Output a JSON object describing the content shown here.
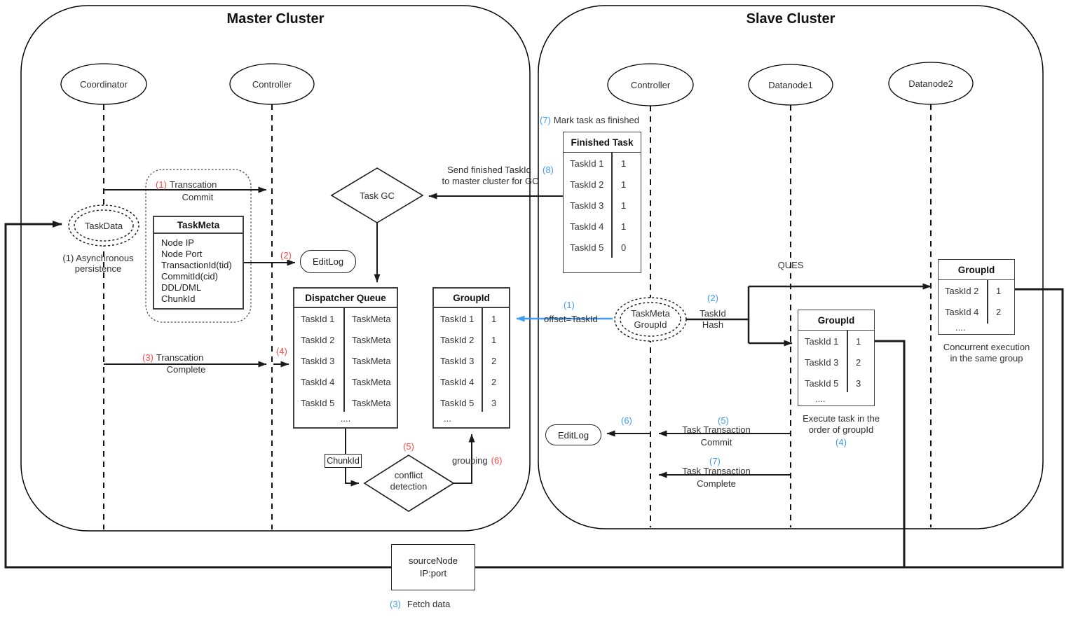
{
  "colors": {
    "red": "#fb4a4a",
    "blue": "#3e9bf4"
  },
  "master": {
    "title": "Master Cluster",
    "actors": {
      "coordinator": "Coordinator",
      "controller": "Controller"
    },
    "taskdata": "TaskData",
    "async_note": {
      "line1": "(1) Asynchronous",
      "line2": "persistence"
    },
    "msg_commit": {
      "num": "(1)",
      "line1": "Transcation",
      "line2": "Commit"
    },
    "taskmeta": {
      "title": "TaskMeta",
      "rows": [
        {
          "c1": "Node IP"
        },
        {
          "c1": "Node Port"
        },
        {
          "c1": "TransactionId(tid)"
        },
        {
          "c1": "CommitId(cid)"
        },
        {
          "c1": "DDL/DML"
        },
        {
          "c1": "ChunkId"
        }
      ]
    },
    "editlog": "EditLog",
    "msg_editlog_num": "(2)",
    "msg_complete": {
      "num": "(3)",
      "line1": "Transcation",
      "line2": "Complete"
    },
    "msg_enqueue_num": "(4)",
    "taskgc": "Task GC",
    "send_note": {
      "line1": "Send finished TaskId",
      "num": "(8)",
      "line2": "to master cluster for GC"
    },
    "dispatcher": {
      "title": "Dispatcher Queue",
      "more": "....",
      "rows": [
        {
          "c1": "TaskId 1",
          "c2": "TaskMeta"
        },
        {
          "c1": "TaskId 2",
          "c2": "TaskMeta"
        },
        {
          "c1": "TaskId 3",
          "c2": "TaskMeta"
        },
        {
          "c1": "TaskId 4",
          "c2": "TaskMeta"
        },
        {
          "c1": "TaskId 5",
          "c2": "TaskMeta"
        }
      ]
    },
    "groupid": {
      "title": "GroupId",
      "more": "...",
      "rows": [
        {
          "c1": "TaskId 1",
          "c2": "1"
        },
        {
          "c1": "TaskId 2",
          "c2": "1"
        },
        {
          "c1": "TaskId 3",
          "c2": "2"
        },
        {
          "c1": "TaskId 4",
          "c2": "2"
        },
        {
          "c1": "TaskId 5",
          "c2": "3"
        }
      ]
    },
    "chunkid": "ChunkId",
    "conflict": {
      "num": "(5)",
      "line1": "conflict",
      "line2": "detection"
    },
    "grouping": {
      "text": "grouping",
      "num": "(6)"
    }
  },
  "slave": {
    "title": "Slave Cluster",
    "actors": {
      "controller": "Controller",
      "datanode1": "Datanode1",
      "datanode2": "Datanode2"
    },
    "mark_note": {
      "num": "(7)",
      "text": "Mark task as finished"
    },
    "finished": {
      "title": "Finished Task",
      "rows": [
        {
          "c1": "TaskId 1",
          "c2": "1"
        },
        {
          "c1": "TaskId 2",
          "c2": "1"
        },
        {
          "c1": "TaskId 3",
          "c2": "1"
        },
        {
          "c1": "TaskId 4",
          "c2": "1"
        },
        {
          "c1": "TaskId 5",
          "c2": "0"
        }
      ]
    },
    "ques": "QUES",
    "taskmeta_groupid": {
      "line1": "TaskMeta",
      "line2": "GroupId"
    },
    "offset": {
      "num": "(1)",
      "text": "offset=TaskId"
    },
    "hash": {
      "num": "(2)",
      "line1": "TaskId",
      "line2": "Hash"
    },
    "groupid_dn1": {
      "title": "GroupId",
      "more": "....",
      "rows": [
        {
          "c1": "TaskId 1",
          "c2": "1"
        },
        {
          "c1": "TaskId 3",
          "c2": "2"
        },
        {
          "c1": "TaskId 5",
          "c2": "3"
        }
      ]
    },
    "exec_note": {
      "line1": "Execute task in the",
      "line2": "order of groupId",
      "num": "(4)"
    },
    "groupid_dn2": {
      "title": "GroupId",
      "more": "....",
      "rows": [
        {
          "c1": "TaskId 2",
          "c2": "1"
        },
        {
          "c1": "TaskId 4",
          "c2": "2"
        }
      ]
    },
    "concurrent_note": {
      "line1": "Concurrent execution",
      "line2": "in the same group"
    },
    "editlog": "EditLog",
    "msg_editlog_num": "(6)",
    "msg_commit": {
      "num": "(5)",
      "line1": "Task Transaction",
      "line2": "Commit"
    },
    "msg_complete": {
      "num": "(7)",
      "line1": "Task Transaction",
      "line2": "Complete"
    }
  },
  "bottom": {
    "source_node": {
      "line1": "sourceNode",
      "line2": "IP:port"
    },
    "fetch": {
      "num": "(3)",
      "text": "Fetch data"
    }
  }
}
